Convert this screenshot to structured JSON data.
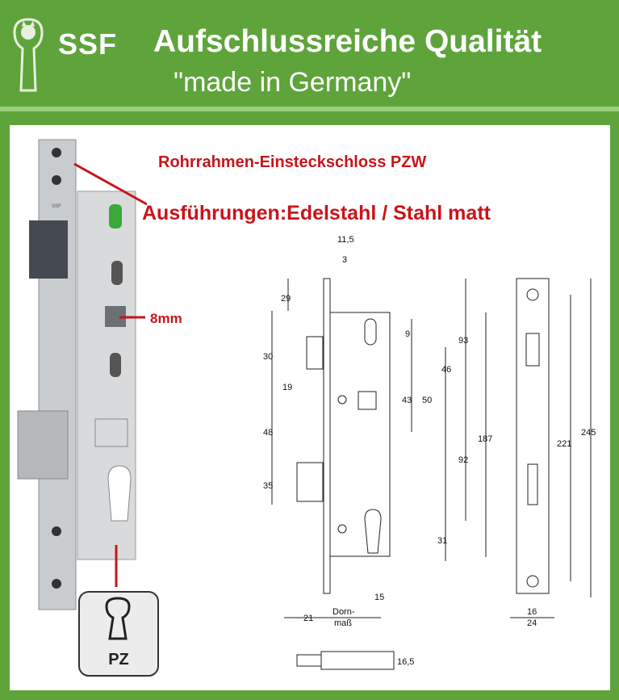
{
  "header": {
    "brand": "SSF",
    "title": "Aufschlussreiche Qualität",
    "subtitle": "\"made in Germany\"",
    "logo_icon": "cat-cylinder-logo-icon"
  },
  "product": {
    "name": "Rohrrahmen-Einsteckschloss PZW",
    "variants": "Ausführungen:Edelstahl / Stahl matt",
    "square_label": "8mm",
    "cylinder_badge": "PZ",
    "plate_stamp": "SSF"
  },
  "dimensions": {
    "top_offsets": [
      "11,5",
      "3"
    ],
    "left_column": [
      "29",
      "30",
      "19",
      "48",
      "35"
    ],
    "middle_column": [
      "9",
      "46",
      "43",
      "50",
      "31"
    ],
    "right_column": [
      "93",
      "92",
      "187"
    ],
    "strike_column": [
      "221",
      "245"
    ],
    "bottom": [
      "15",
      "21",
      "Dorn-",
      "maß",
      "16",
      "24",
      "16,5"
    ]
  },
  "colors": {
    "background_green": "#5fa43b",
    "accent_red": "#c8151b",
    "panel": "#ffffff"
  }
}
